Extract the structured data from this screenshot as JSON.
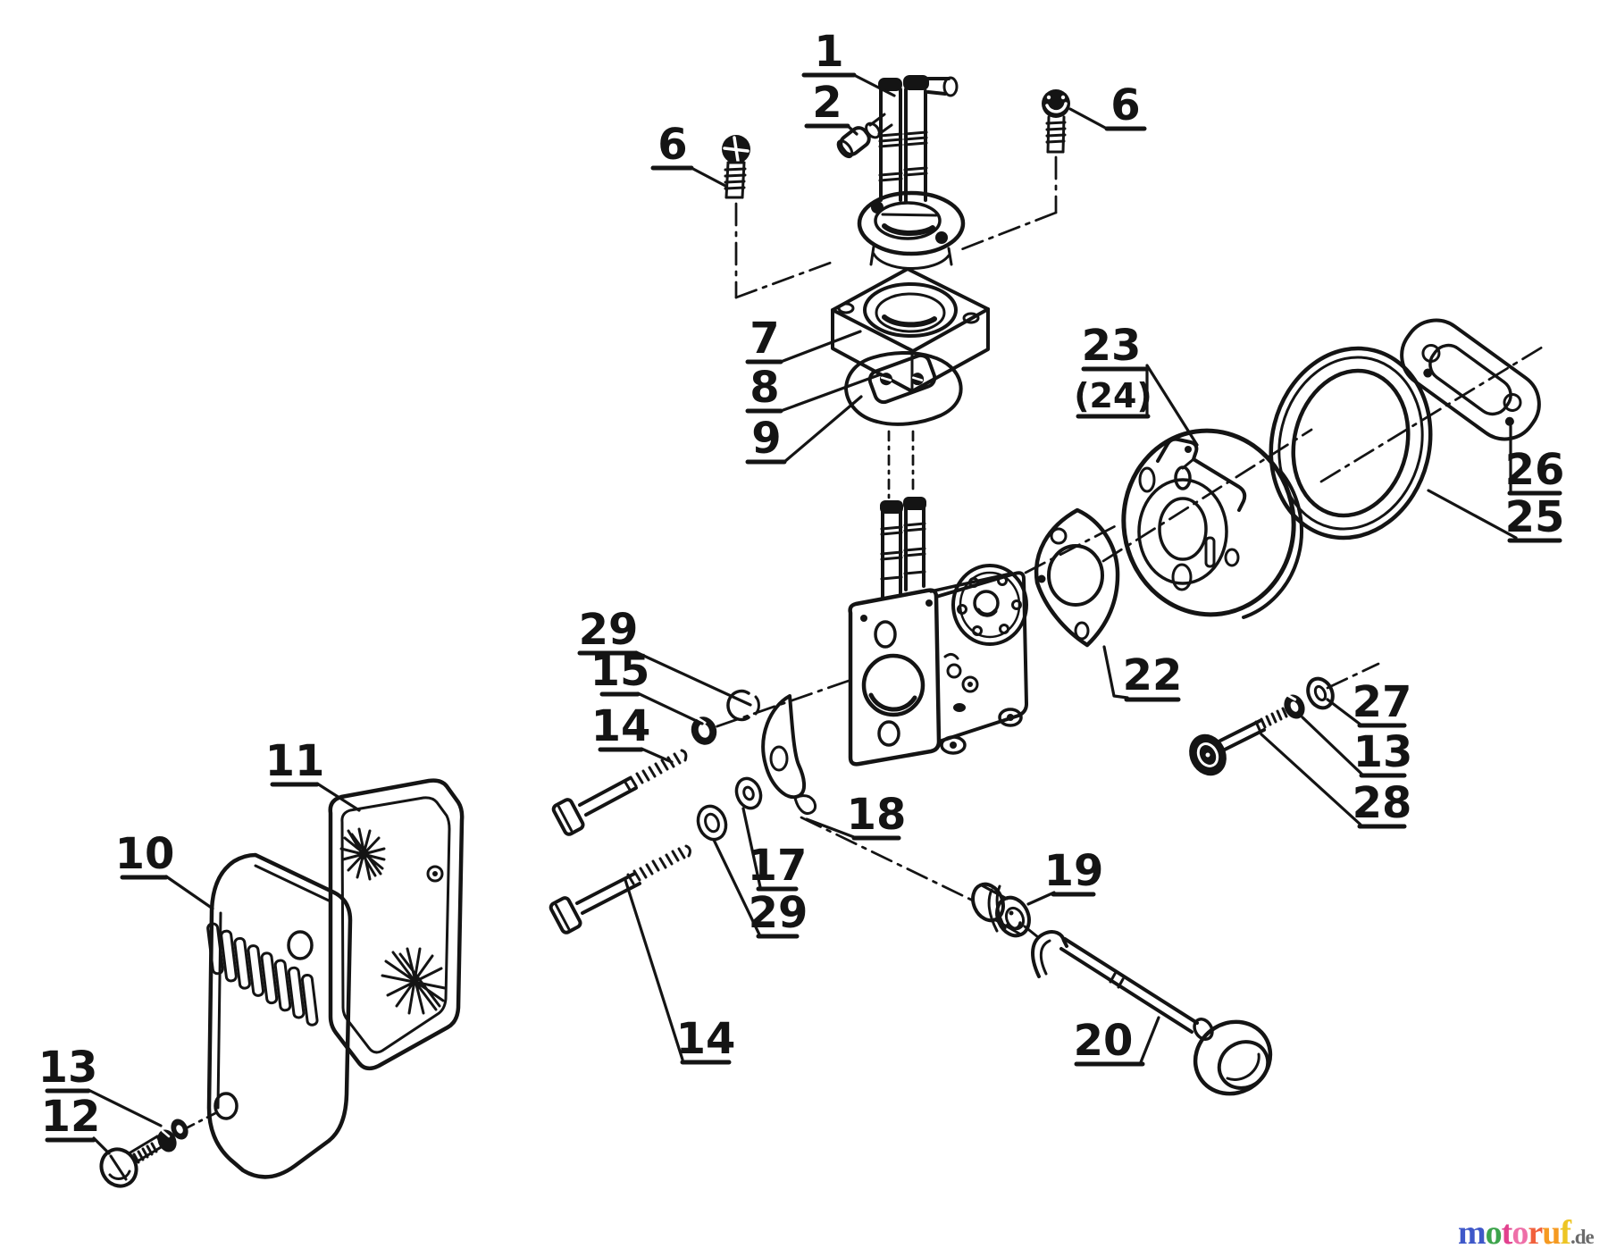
{
  "diagram": {
    "callouts": [
      {
        "id": "1",
        "text": "1"
      },
      {
        "id": "2",
        "text": "2"
      },
      {
        "id": "6-left",
        "text": "6"
      },
      {
        "id": "6-right",
        "text": "6"
      },
      {
        "id": "7",
        "text": "7"
      },
      {
        "id": "8",
        "text": "8"
      },
      {
        "id": "9",
        "text": "9"
      },
      {
        "id": "23",
        "text": "23"
      },
      {
        "id": "24",
        "text": "(24)"
      },
      {
        "id": "26",
        "text": "26"
      },
      {
        "id": "25",
        "text": "25"
      },
      {
        "id": "22",
        "text": "22"
      },
      {
        "id": "29-upper",
        "text": "29"
      },
      {
        "id": "15",
        "text": "15"
      },
      {
        "id": "14-upper",
        "text": "14"
      },
      {
        "id": "27",
        "text": "27"
      },
      {
        "id": "13-right",
        "text": "13"
      },
      {
        "id": "28",
        "text": "28"
      },
      {
        "id": "18",
        "text": "18"
      },
      {
        "id": "17",
        "text": "17"
      },
      {
        "id": "29-lower",
        "text": "29"
      },
      {
        "id": "14-lower",
        "text": "14"
      },
      {
        "id": "19",
        "text": "19"
      },
      {
        "id": "20",
        "text": "20"
      },
      {
        "id": "11",
        "text": "11"
      },
      {
        "id": "10",
        "text": "10"
      },
      {
        "id": "13-left",
        "text": "13"
      },
      {
        "id": "12",
        "text": "12"
      }
    ]
  },
  "watermark": {
    "letters": [
      {
        "ch": "m",
        "color": "#3f58c9"
      },
      {
        "ch": "o",
        "color": "#3da44c"
      },
      {
        "ch": "t",
        "color": "#e2418e"
      },
      {
        "ch": "o",
        "color": "#ee6fa8"
      },
      {
        "ch": "r",
        "color": "#f1613d"
      },
      {
        "ch": "u",
        "color": "#f59a21"
      },
      {
        "ch": "f",
        "color": "#edc524"
      }
    ],
    "suffix": ".de",
    "suffix_color": "#6b6b6b"
  }
}
